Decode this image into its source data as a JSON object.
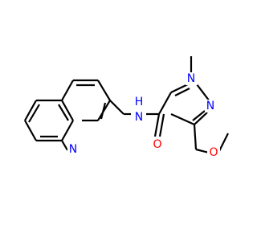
{
  "molecule": {
    "atoms": [
      {
        "id": "N_amide",
        "symbol": "N",
        "hydrogen": "H",
        "color": "#0000ff"
      },
      {
        "id": "O_carbonyl",
        "symbol": "O",
        "color": "#ff0000"
      },
      {
        "id": "N1_pyrazole",
        "symbol": "N",
        "color": "#0000ff"
      },
      {
        "id": "N2_pyrazole",
        "symbol": "N",
        "color": "#0000ff"
      },
      {
        "id": "O_ether",
        "symbol": "O",
        "color": "#ff0000"
      },
      {
        "id": "N_quinoline",
        "symbol": "N",
        "color": "#0000ff"
      }
    ],
    "bond_color": "#000000",
    "heteroatom_colors": {
      "N": "#0000ff",
      "O": "#ff0000"
    }
  }
}
